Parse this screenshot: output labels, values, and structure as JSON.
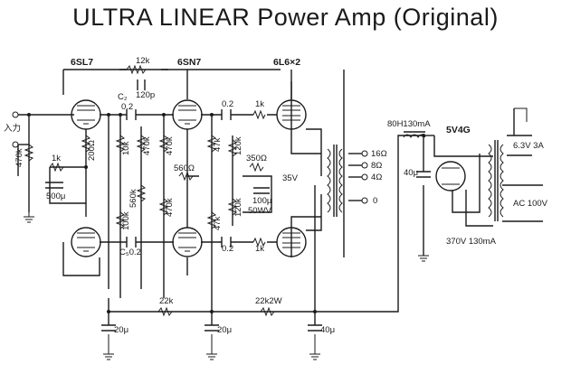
{
  "title": "ULTRA LINEAR Power Amp (Original)",
  "tubes": {
    "v1": "6SL7",
    "v2": "6SN7",
    "v3": "6L6×2",
    "rect": "5V4G"
  },
  "labels": {
    "input": "入力",
    "r_in": "470k",
    "r_k1": "1k",
    "c_k1": "500μ",
    "r_200": "200Ω",
    "r_fb": "12k",
    "c_fb": "120p",
    "c2_name": "C₂",
    "c2_val": "0.2",
    "r10k": "10k",
    "r470k_a": "470k",
    "r470k_b": "470k",
    "r470k_c": "470k",
    "r560k": "560k",
    "r100k": "100k",
    "c5": "C₅0.2",
    "r560": "560Ω",
    "c_top": "0.2",
    "r1k_top": "1k",
    "r47k_a": "47k",
    "r120k_a": "120k",
    "r47k_b": "47k",
    "r120k_b": "120k",
    "c_bot": "0.2",
    "r1k_bot": "1k",
    "r350": "350Ω",
    "v35": "35V",
    "c100": "100μ",
    "c100v": "50WV",
    "t16": "16Ω",
    "t8": "8Ω",
    "t4": "4Ω",
    "t0": "0",
    "choke": "80H130mA",
    "c40a": "40μ",
    "heater": "6.3V 3A",
    "ac": "AC 100V",
    "hv": "370V 130mA",
    "r22k": "22k",
    "r22k2w": "22k2W",
    "c20a": "20μ",
    "c20b": "20μ",
    "c40b": "40μ"
  }
}
